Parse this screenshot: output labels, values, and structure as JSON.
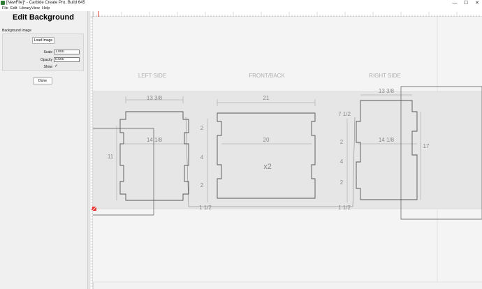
{
  "window": {
    "title": "[NewFile]* - Carbide Create Pro, Build 645",
    "minimize_glyph": "—",
    "maximize_glyph": "☐",
    "close_glyph": "✕",
    "icon": "carbide-app-icon"
  },
  "menu": {
    "items": [
      "File",
      "Edit",
      "Library",
      "View",
      "Help"
    ]
  },
  "panel": {
    "title": "Edit Background",
    "group_label": "Background Image",
    "load_button": "Load Image",
    "scale_label": "Scale",
    "scale_value": "1.000",
    "opacity_label": "Opacity",
    "opacity_value": "0.500",
    "show_label": "Show",
    "show_checked": true,
    "check_glyph": "✓",
    "done_button": "Done"
  },
  "drawing": {
    "section_labels": {
      "left": "LEFT SIDE",
      "front": "FRONT/BACK",
      "right": "RIGHT SIDE"
    },
    "dimensions": {
      "left_width": "13 3/8",
      "left_inner": "14 1/8",
      "left_height": "11",
      "front_top": "21",
      "front_inner": "20",
      "front_qty": "x2",
      "front_corner": "7 1/2",
      "tab_top_left": "2",
      "tab_mid_left": "4",
      "tab_bot_left": "2",
      "tab_top_right": "2",
      "tab_mid_right": "4",
      "tab_bot_right": "2",
      "bottom_left": "1 1/2",
      "bottom_right": "1 1/2",
      "right_width": "13 3/8",
      "right_inner": "14 1/8",
      "right_height": "17"
    },
    "colors": {
      "accent": "#e53935",
      "outline": "#555555",
      "dimension": "#8a8a8a"
    }
  }
}
